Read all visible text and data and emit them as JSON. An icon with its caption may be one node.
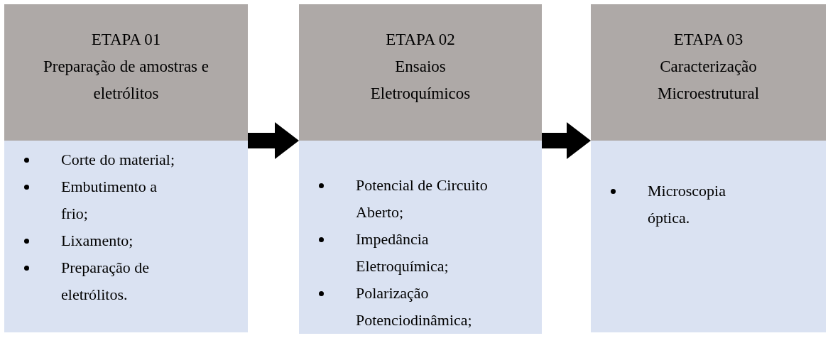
{
  "diagram": {
    "nodes": [
      {
        "text": [
          "ETAPA 01",
          "Preparação de amostras e eletrólitos"
        ]
      },
      {
        "text": [
          "Corte do material;",
          "Embutimento a frio;",
          "Lixamento;",
          "Preparação de eletrólitos."
        ]
      },
      {
        "text": [
          "ETAPA 02",
          "Ensaios Eletroquímicos"
        ]
      },
      {
        "text": [
          "Potencial de Circuito Aberto;",
          "Impedância Eletroquímica;",
          "Polarização Potenciodinâmica;"
        ]
      },
      {
        "text": [
          "ETAPA 03",
          "Caracterização Microestrutural"
        ]
      },
      {
        "text": [
          "Microscopia óptica."
        ]
      }
    ],
    "edges": [
      {
        "from": 0,
        "to": 2,
        "arrow": "to"
      },
      {
        "from": 2,
        "to": 4,
        "arrow": "to"
      }
    ]
  }
}
